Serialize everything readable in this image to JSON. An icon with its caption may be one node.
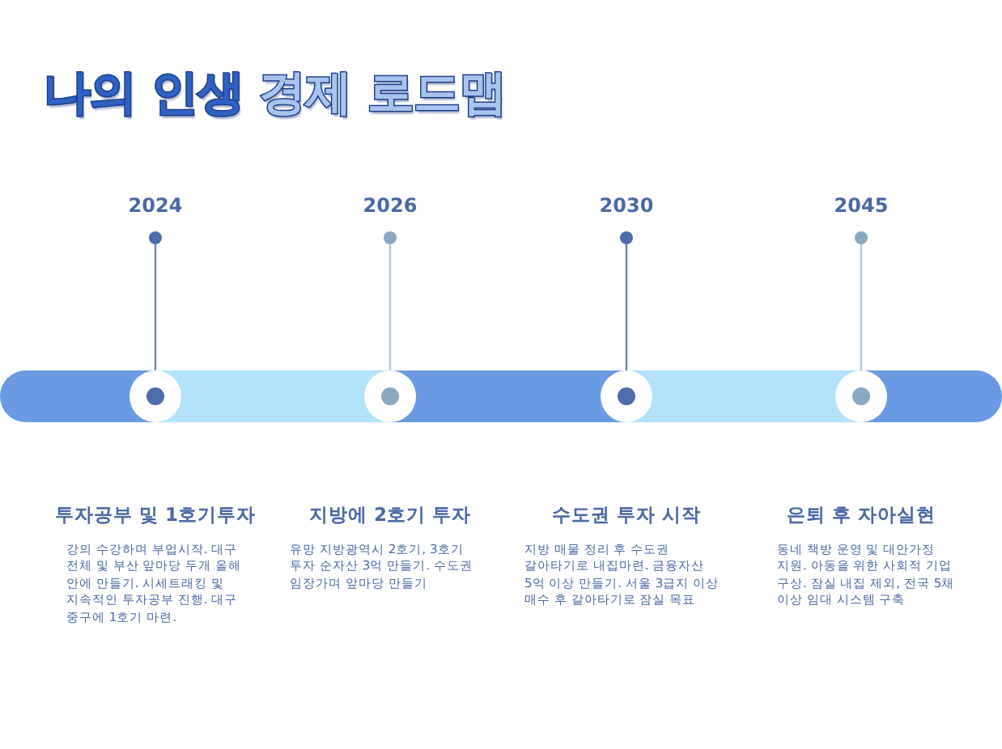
{
  "diagram": {
    "title": "나의 인생 경제 로드맵",
    "nodes": [
      {
        "text": [],
        "shape": "circle",
        "beside": [
          "2024"
        ]
      },
      {
        "text": [],
        "shape": "circle",
        "beside": [
          "2026"
        ]
      },
      {
        "text": [],
        "shape": "circle",
        "beside": [
          "2030"
        ]
      },
      {
        "text": [],
        "shape": "circle",
        "beside": [
          "2045"
        ]
      },
      {
        "text": [],
        "shape": "circle",
        "beside": [
          "투자공부 및 1호기투자",
          "강의 수강하며 부업시작. 대구 전체 및 부산 앞마당 두개 올해 안에 만들기. 시세트래킹 및 지속적인 투자공부 진행. 대구 중구에 1호기 마련."
        ]
      },
      {
        "text": [],
        "shape": "circle",
        "beside": [
          "지방에 2호기 투자",
          "유망 지방광역시 2호기, 3호기 투자 순자산 3억 만들기. 수도권 임장가며 앞마당 만들기"
        ]
      },
      {
        "text": [],
        "shape": "circle",
        "beside": [
          "수도권 투자 시작",
          "지방 매물 정리 후 수도권 갈아타기로 내집마련. 금융자산 5억 이상 만들기. 서울 3급지 이상 매수 후 갈아타기로 잠실 목표"
        ]
      },
      {
        "text": [],
        "shape": "circle",
        "beside": [
          "은퇴 후 자아실현",
          "동네 책방 운영 및 대안가정 지원. 아동을 위한 사회적 기업 구상. 잠실 내집 제외, 전국 5채 이상 임대 시스템 구축"
        ]
      }
    ],
    "edges": [
      {
        "from": 0,
        "to": 4,
        "arrow": "none"
      },
      {
        "from": 1,
        "to": 5,
        "arrow": "none",
        "color": "#b4c6e0"
      },
      {
        "from": 2,
        "to": 6,
        "arrow": "none"
      },
      {
        "from": 3,
        "to": 7,
        "arrow": "none",
        "color": "#b4c6e0"
      }
    ]
  }
}
